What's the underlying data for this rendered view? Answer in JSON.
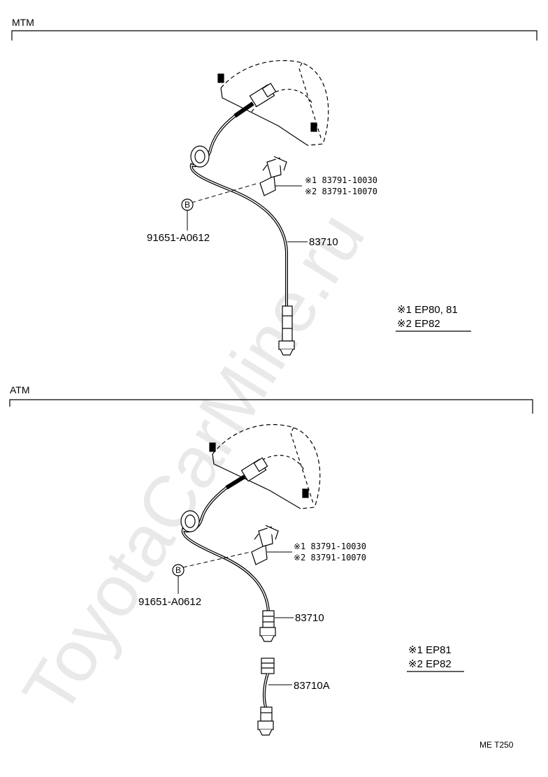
{
  "sections": {
    "mtm": {
      "title": "MTM",
      "clip_label_1": "※1 83791-10030",
      "clip_label_2": "※2 83791-10070",
      "bolt_mark": "B",
      "bolt_part": "91651-A0612",
      "cable_part": "83710",
      "legend_1": "※1 EP80, 81",
      "legend_2": "※2 EP82"
    },
    "atm": {
      "title": "ATM",
      "clip_label_1": "※1 83791-10030",
      "clip_label_2": "※2 83791-10070",
      "bolt_mark": "B",
      "bolt_part": "91651-A0612",
      "cable_part": "83710",
      "cable_part_a": "83710A",
      "legend_1": "※1 EP81",
      "legend_2": "※2 EP82"
    }
  },
  "footer": {
    "code": "ME  T250"
  },
  "watermark": "ToyotaCarMine.ru"
}
